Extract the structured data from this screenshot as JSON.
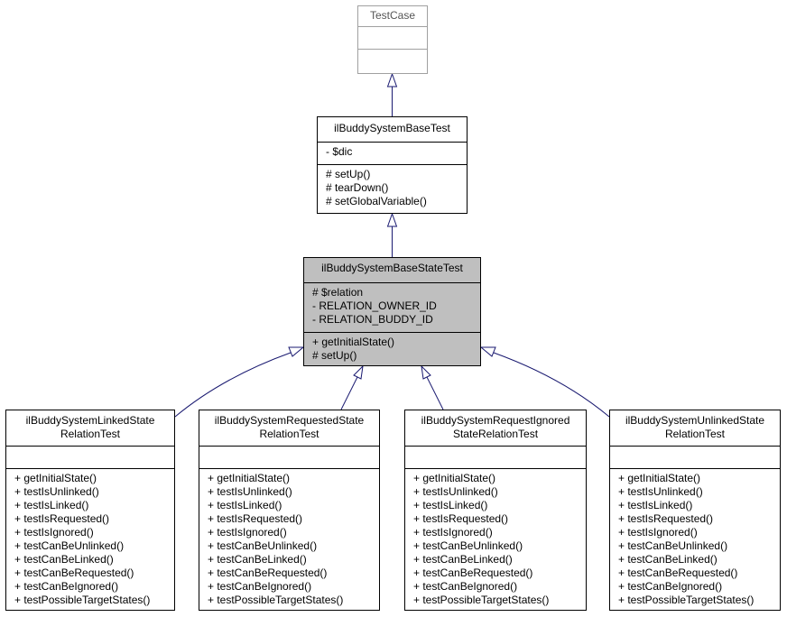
{
  "classes": {
    "testcase": {
      "name": "TestCase"
    },
    "base": {
      "name": "ilBuddySystemBaseTest",
      "attributes": [
        "- $dic"
      ],
      "methods": [
        "# setUp()",
        "# tearDown()",
        "# setGlobalVariable()"
      ]
    },
    "state": {
      "name": "ilBuddySystemBaseStateTest",
      "attributes": [
        "# $relation",
        "- RELATION_OWNER_ID",
        "- RELATION_BUDDY_ID"
      ],
      "methods": [
        "+ getInitialState()",
        "# setUp()"
      ]
    },
    "linked": {
      "name_lines": [
        "ilBuddySystemLinkedState",
        "RelationTest"
      ],
      "methods": [
        "+ getInitialState()",
        "+ testIsUnlinked()",
        "+ testIsLinked()",
        "+ testIsRequested()",
        "+ testIsIgnored()",
        "+ testCanBeUnlinked()",
        "+ testCanBeLinked()",
        "+ testCanBeRequested()",
        "+ testCanBeIgnored()",
        "+ testPossibleTargetStates()"
      ]
    },
    "requested": {
      "name_lines": [
        "ilBuddySystemRequestedState",
        "RelationTest"
      ],
      "methods": [
        "+ getInitialState()",
        "+ testIsUnlinked()",
        "+ testIsLinked()",
        "+ testIsRequested()",
        "+ testIsIgnored()",
        "+ testCanBeUnlinked()",
        "+ testCanBeLinked()",
        "+ testCanBeRequested()",
        "+ testCanBeIgnored()",
        "+ testPossibleTargetStates()"
      ]
    },
    "ignored": {
      "name_lines": [
        "ilBuddySystemRequestIgnored",
        "StateRelationTest"
      ],
      "methods": [
        "+ getInitialState()",
        "+ testIsUnlinked()",
        "+ testIsLinked()",
        "+ testIsRequested()",
        "+ testIsIgnored()",
        "+ testCanBeUnlinked()",
        "+ testCanBeLinked()",
        "+ testCanBeRequested()",
        "+ testCanBeIgnored()",
        "+ testPossibleTargetStates()"
      ]
    },
    "unlinked": {
      "name_lines": [
        "ilBuddySystemUnlinkedState",
        "RelationTest"
      ],
      "methods": [
        "+ getInitialState()",
        "+ testIsUnlinked()",
        "+ testIsLinked()",
        "+ testIsRequested()",
        "+ testIsIgnored()",
        "+ testCanBeUnlinked()",
        "+ testCanBeLinked()",
        "+ testCanBeRequested()",
        "+ testCanBeIgnored()",
        "+ testPossibleTargetStates()"
      ]
    }
  },
  "colors": {
    "edge": "#191970",
    "focus_fill": "#bfbfbf",
    "muted_border": "#a0a0a0"
  }
}
